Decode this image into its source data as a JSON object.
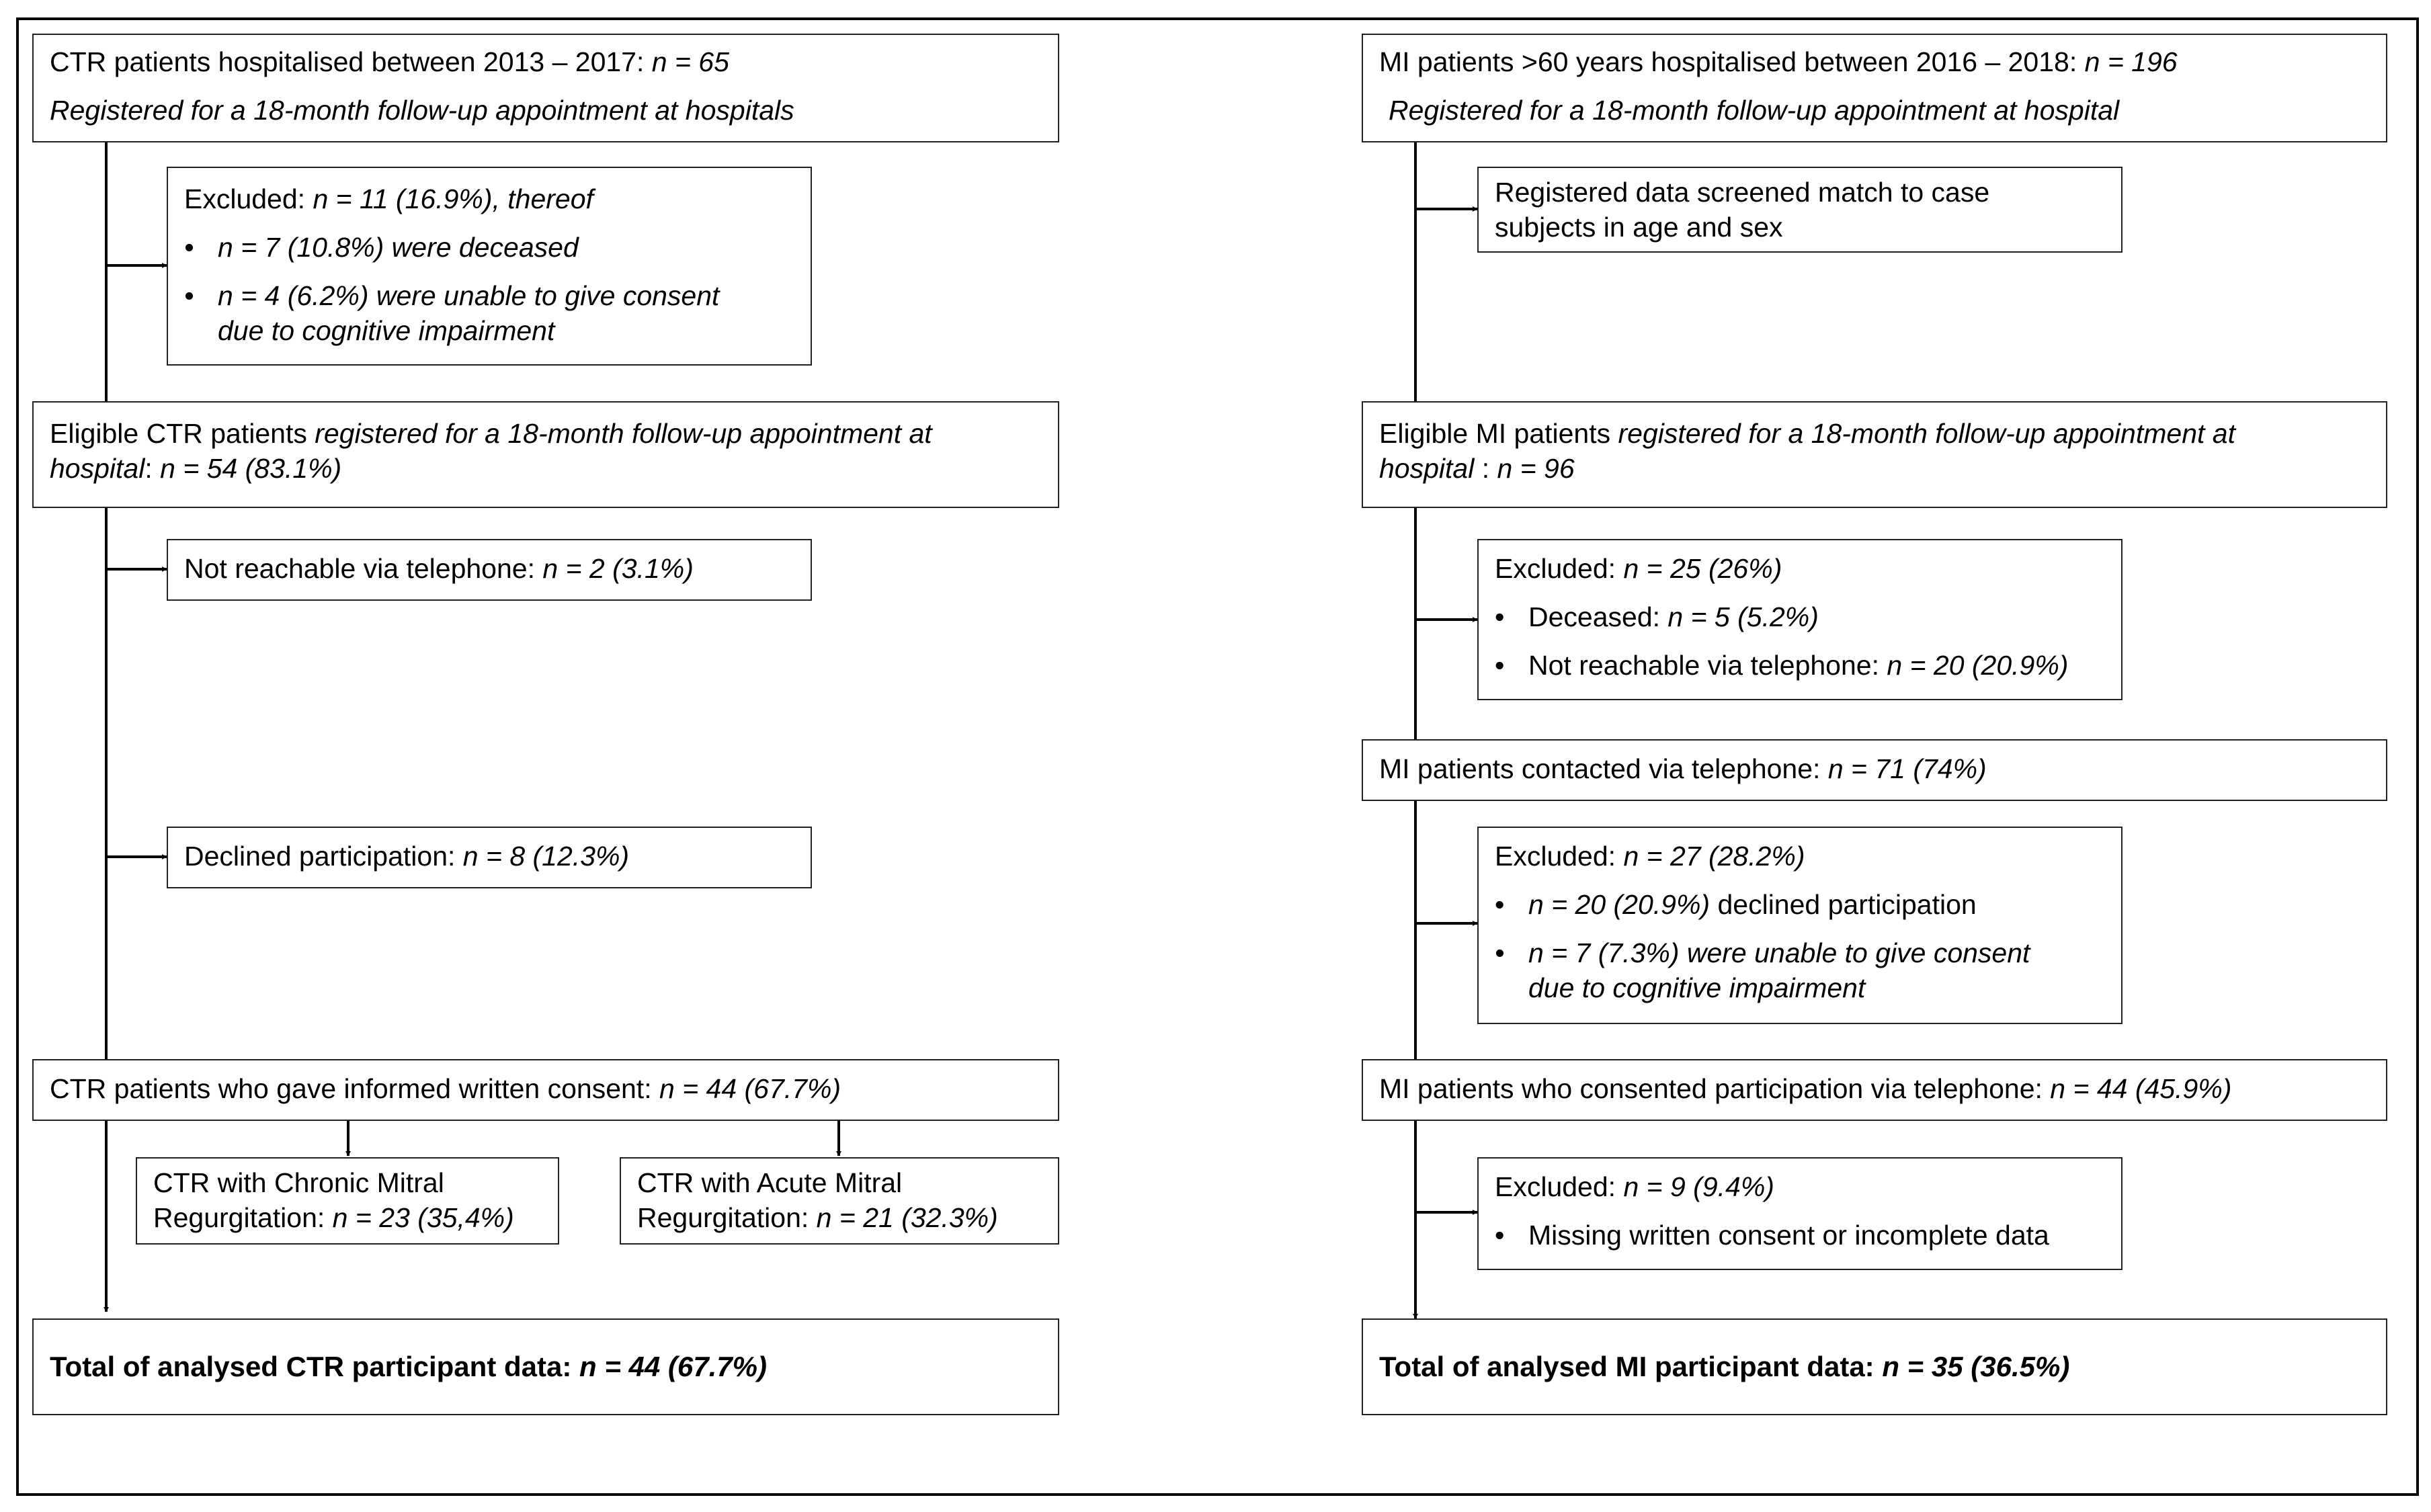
{
  "left": {
    "start": {
      "line1_text": "CTR patients hospitalised between 2013 – 2017: ",
      "line1_n": "n = 65",
      "line2": "Registered for a 18-month follow-up appointment at hospitals"
    },
    "excluded": {
      "head": "Excluded: ",
      "head_n": "n = 11 (16.9%), thereof",
      "b1": "n = 7 (10.8%) were deceased",
      "b2a": "n = 4 (6.2%) were unable to give consent",
      "b2b": "due to cognitive impairment"
    },
    "eligible": {
      "t1": "Eligible CTR patients ",
      "t1_it": "registered for a 18-month follow-up appointment at",
      "t2_it": "hospital",
      "t2": ": ",
      "t2_n": "n = 54 (83.1%)"
    },
    "not_reachable": {
      "text": "Not reachable via telephone: ",
      "n": "n = 2 (3.1%)"
    },
    "declined": {
      "text": "Declined participation: ",
      "n": "n = 8 (12.3%)"
    },
    "consent": {
      "text": "CTR patients who gave informed written consent: ",
      "n": "n = 44 (67.7%)"
    },
    "chronic": {
      "l1": "CTR with Chronic Mitral",
      "l2": "Regurgitation: ",
      "n": "n = 23 (35,4%)"
    },
    "acute": {
      "l1": "CTR with Acute Mitral",
      "l2": "Regurgitation: ",
      "n": "n = 21 (32.3%)"
    },
    "total": {
      "text": "Total of analysed CTR participant data:  ",
      "n": "n = 44 (67.7%)"
    }
  },
  "right": {
    "start": {
      "line1_text": "MI patients >60 years hospitalised between 2016 – 2018: ",
      "line1_n": "n = 196",
      "line2": "Registered for a 18-month follow-up appointment at hospital"
    },
    "screened": {
      "l1": "Registered data screened match to case",
      "l2": "subjects in age and sex"
    },
    "eligible": {
      "t1": "Eligible MI patients ",
      "t1_it": "registered for a 18-month follow-up appointment at",
      "t2_it": "hospital ",
      "t2": ": ",
      "t2_n": "n = 96"
    },
    "excluded1": {
      "head": "Excluded: ",
      "head_n": "n = 25 (26%)",
      "b1": "Deceased: ",
      "b1_n": "n = 5 (5.2%)",
      "b2": "Not reachable via telephone: ",
      "b2_n": "n = 20 (20.9%)"
    },
    "contacted": {
      "text": "MI patients contacted via telephone: ",
      "n": "n = 71 (74%)"
    },
    "excluded2": {
      "head": "Excluded: ",
      "head_n": "n = 27 (28.2%)",
      "b1_n": "n = 20 (20.9%)",
      "b1": " declined participation",
      "b2a": "n = 7 (7.3%) were unable to give consent",
      "b2b": "due to cognitive impairment"
    },
    "consented": {
      "text": "MI patients who consented participation via telephone: ",
      "n": "n = 44 (45.9%)"
    },
    "excluded3": {
      "head": "Excluded: ",
      "head_n": "n = 9 (9.4%)",
      "b1": "Missing written consent or incomplete data"
    },
    "total": {
      "text": "Total of analysed MI participant data: ",
      "n": "n = 35 (36.5%)"
    }
  }
}
